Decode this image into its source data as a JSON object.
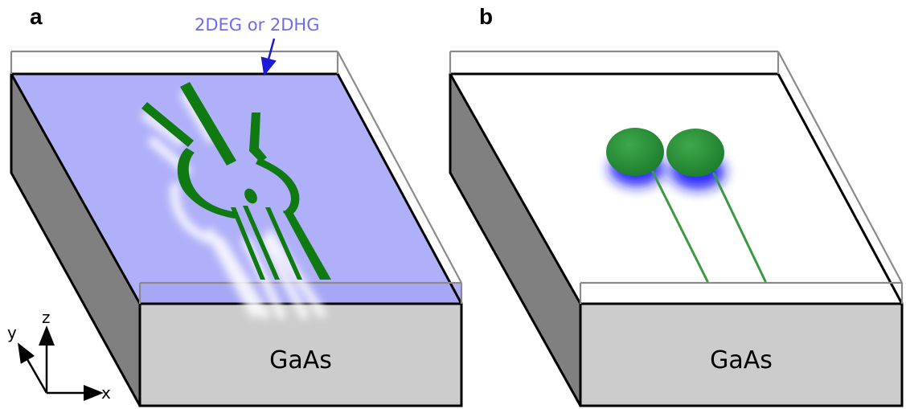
{
  "panel_a": {
    "label": "a",
    "substrate_label": "GaAs",
    "layer_label": "2DEG or 2DHG"
  },
  "panel_b": {
    "label": "b",
    "substrate_label": "GaAs"
  },
  "axes": {
    "x_label": "x",
    "y_label": "y",
    "z_label": "z"
  },
  "colors": {
    "layer_fill": "#b0b0fa",
    "layer_label": "#6b6bf0",
    "arrow": "#1a1ad8",
    "gate_green": "#0f7a12",
    "dot_green": "#2e9a3a",
    "dot_glow": "#1414ff",
    "substrate_front": "#cccccc",
    "substrate_side": "#808080"
  }
}
